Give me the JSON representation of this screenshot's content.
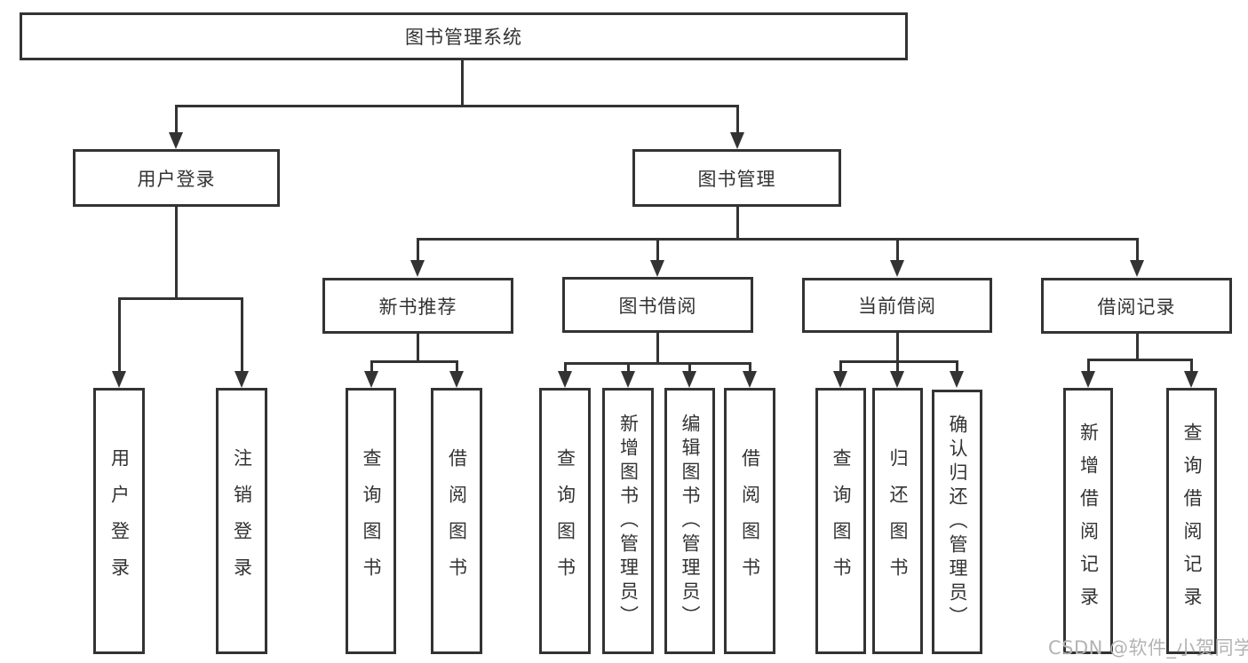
{
  "diagram": {
    "type": "hierarchy-tree",
    "nodes": {
      "root": "图书管理系统",
      "l2": [
        "用户登录",
        "图书管理"
      ],
      "l3": [
        "新书推荐",
        "图书借阅",
        "当前借阅",
        "借阅记录"
      ],
      "leaf_user": [
        "用户登录",
        "注销登录"
      ],
      "leaf_newbook": [
        "查询图书",
        "借阅图书"
      ],
      "leaf_borrow": [
        "查询图书",
        "新增图书（管理员）",
        "编辑图书（管理员）",
        "借阅图书"
      ],
      "leaf_current": [
        "查询图书",
        "归还图书",
        "确认归还（管理员）"
      ],
      "leaf_record": [
        "新增借阅记录",
        "查询借阅记录"
      ]
    },
    "hierarchy": {
      "图书管理系统": {
        "用户登录": [
          "用户登录",
          "注销登录"
        ],
        "图书管理": {
          "新书推荐": [
            "查询图书",
            "借阅图书"
          ],
          "图书借阅": [
            "查询图书",
            "新增图书（管理员）",
            "编辑图书（管理员）",
            "借阅图书"
          ],
          "当前借阅": [
            "查询图书",
            "归还图书",
            "确认归还（管理员）"
          ],
          "借阅记录": [
            "新增借阅记录",
            "查询借阅记录"
          ]
        }
      }
    },
    "watermark": "CSDN @软件_小贺同学",
    "colors": {
      "line": "#333333",
      "text": "#333333",
      "background": "#ffffff",
      "watermark": "#b3b3b3"
    }
  }
}
